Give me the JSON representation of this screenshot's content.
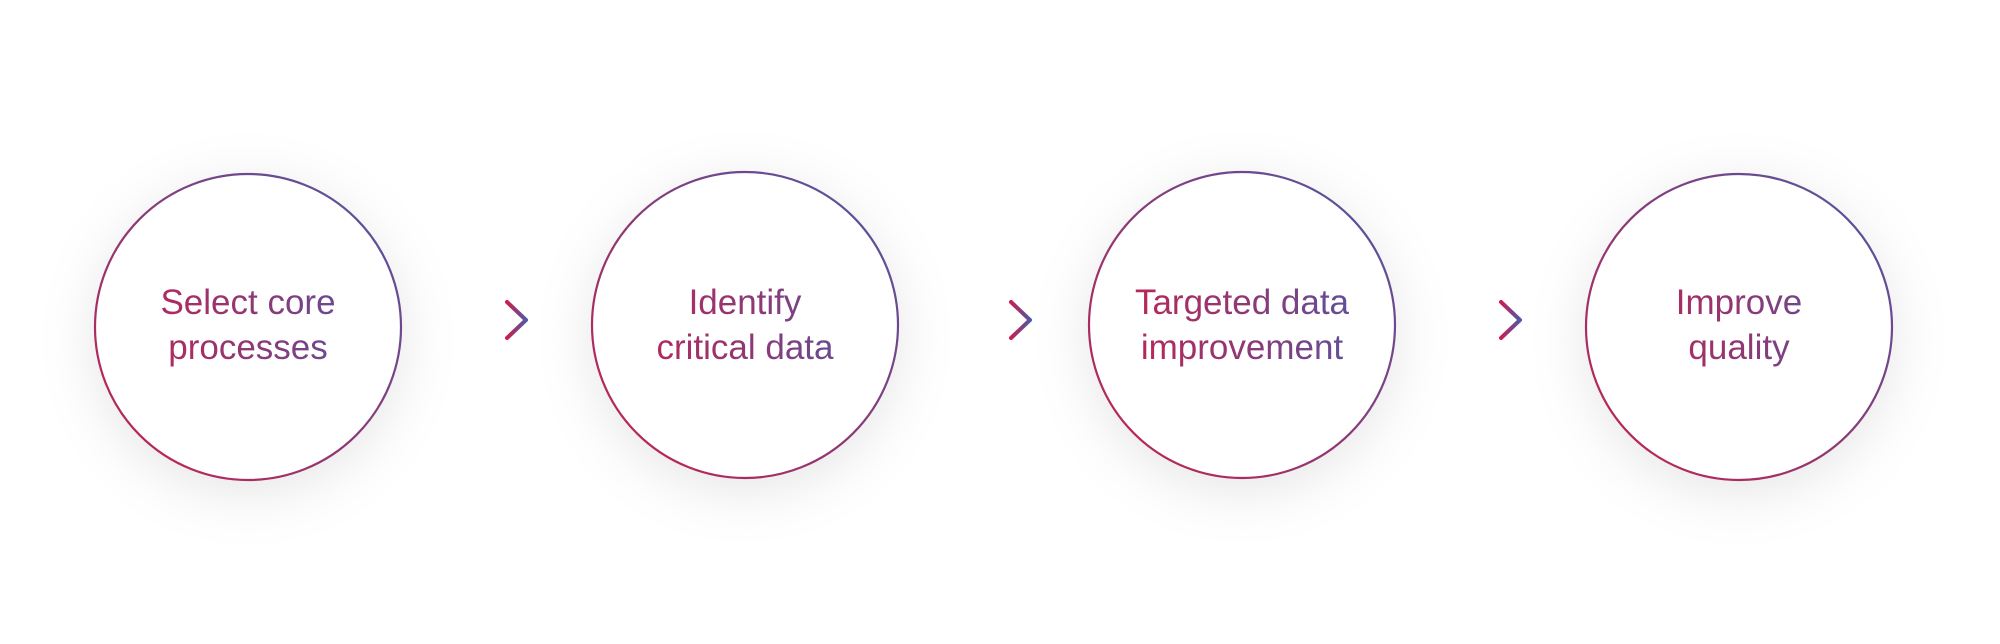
{
  "colors": {
    "start": "#c8204e",
    "mid": "#8a3a78",
    "end": "#4f58a6"
  },
  "steps": [
    {
      "line1": "Select core",
      "line2": "processes"
    },
    {
      "line1": "Identify",
      "line2": "critical data"
    },
    {
      "line1": "Targeted data",
      "line2": "improvement"
    },
    {
      "line1": "Improve",
      "line2": "quality"
    }
  ]
}
